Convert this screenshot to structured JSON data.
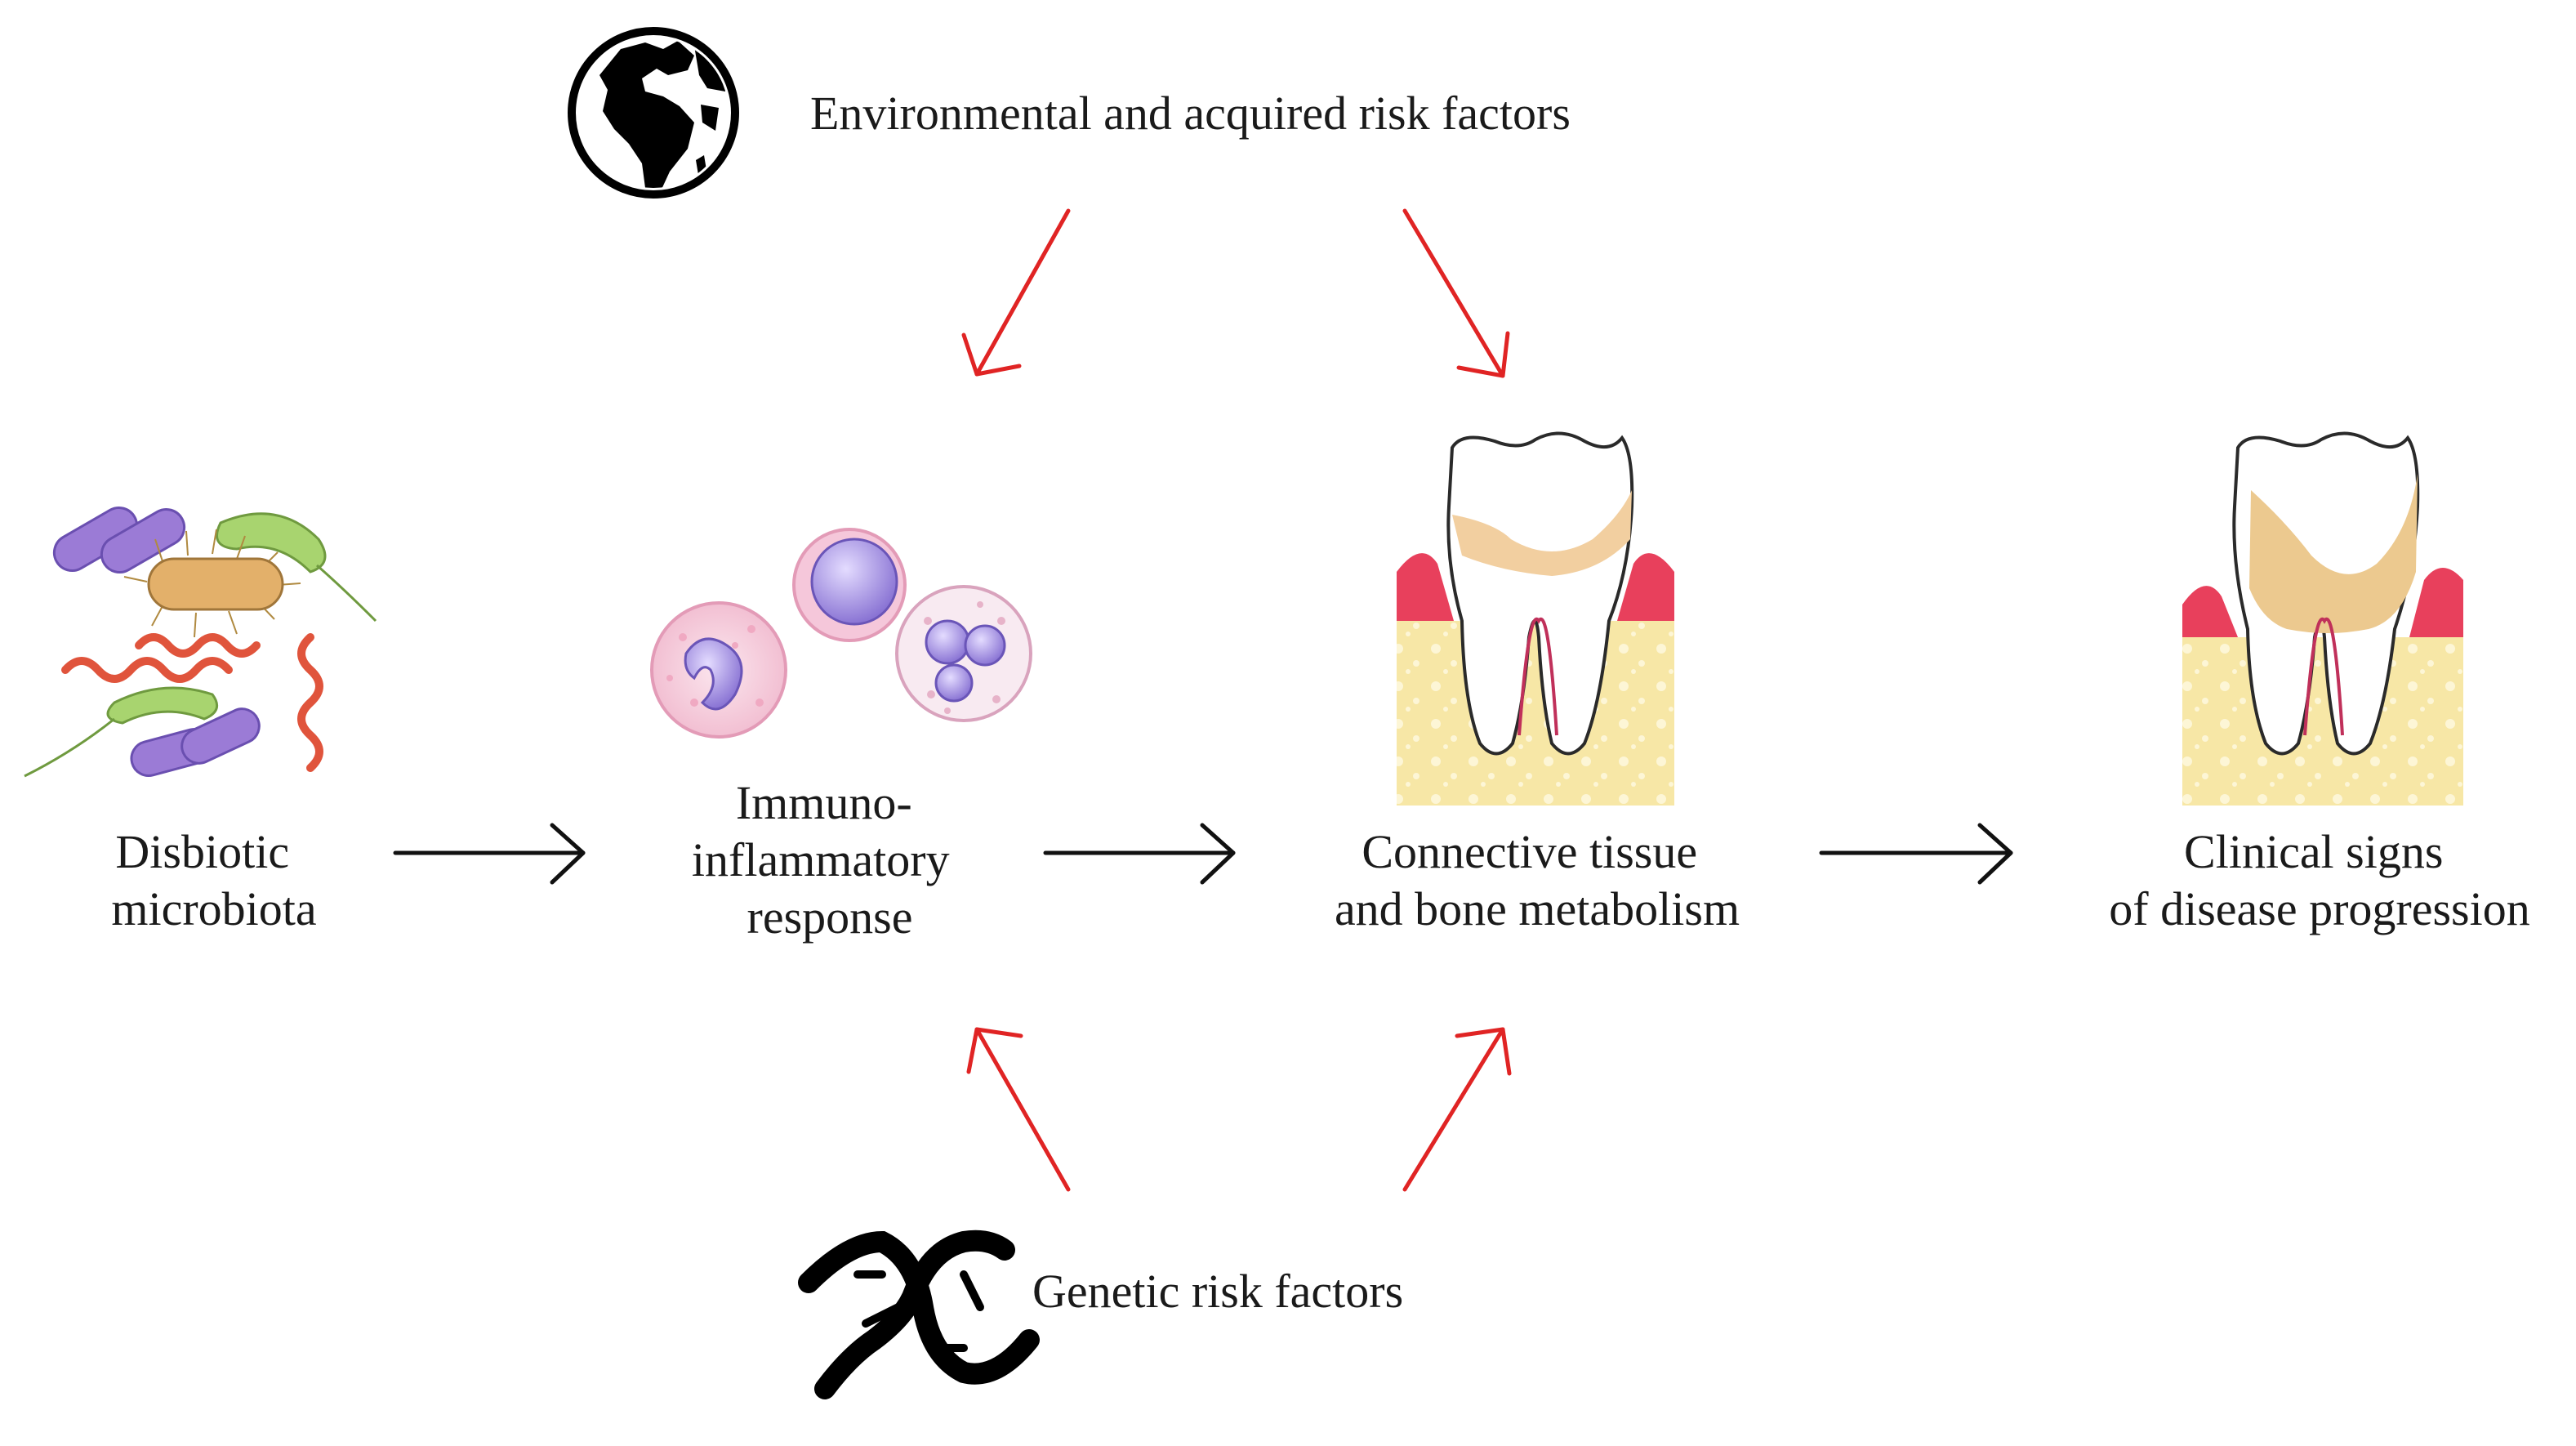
{
  "factors": {
    "environmental": "Environmental and acquired risk factors",
    "genetic": "Genetic risk factors"
  },
  "stages": {
    "microbiota": [
      "Disbiotic",
      "microbiota"
    ],
    "immune": [
      "Immuno-",
      "inflammatory",
      "response"
    ],
    "tissue": [
      "Connective tissue",
      "and bone metabolism"
    ],
    "clinical": [
      "Clinical signs",
      "of disease progression"
    ]
  },
  "icons": {
    "globe": "globe-icon",
    "dna": "dna-icon",
    "bacteria": "bacteria-icon",
    "immune_cells": "immune-cells-icon",
    "tooth_healthy": "tooth-healthy-icon",
    "tooth_diseased": "tooth-diseased-icon"
  },
  "colors": {
    "risk_arrow": "#e02424",
    "flow_arrow": "#111111"
  }
}
